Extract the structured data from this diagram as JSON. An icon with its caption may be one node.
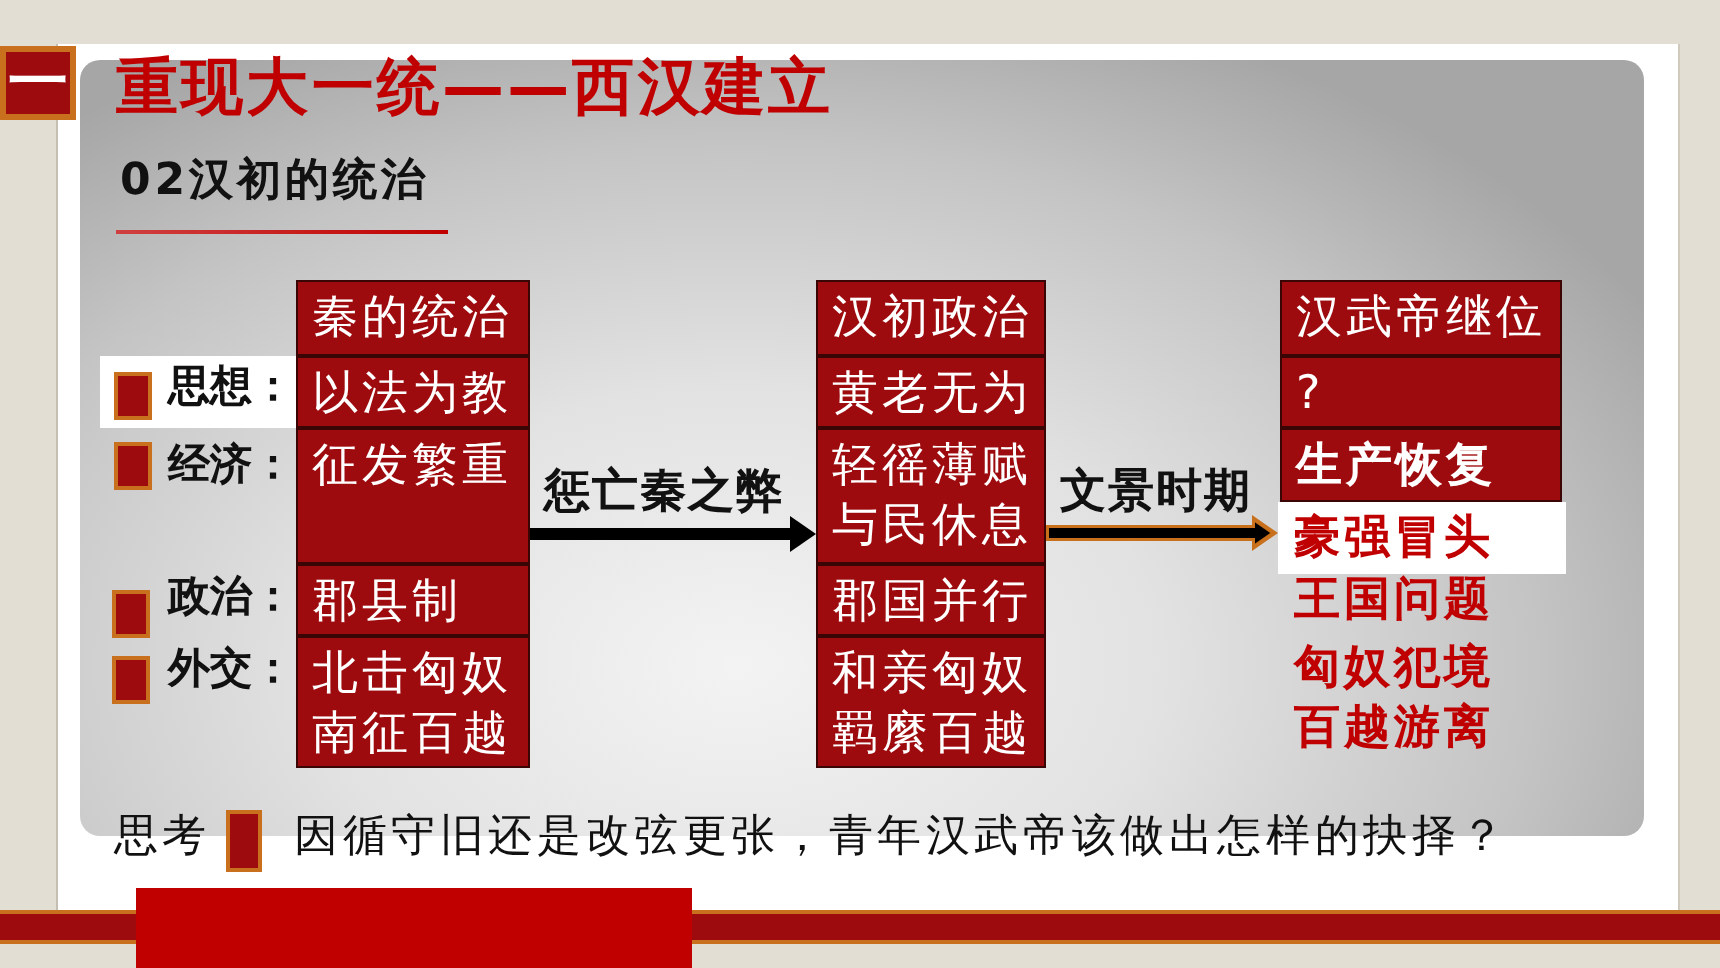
{
  "diagram": {
    "title": "重现大一统——西汉建立",
    "nodes": [
      {
        "text": [
          "一"
        ]
      },
      {
        "text": [
          "秦的统治"
        ]
      },
      {
        "text": [
          "以法为教"
        ]
      },
      {
        "text": [
          "征发繁重"
        ]
      },
      {
        "text": [
          "郡县制"
        ]
      },
      {
        "text": [
          "北击匈奴南征百越"
        ]
      },
      {
        "text": [
          "汉初政治"
        ]
      },
      {
        "text": [
          "黄老无为"
        ]
      },
      {
        "text": [
          "轻徭薄赋与民休息"
        ]
      },
      {
        "text": [
          "郡国并行"
        ]
      },
      {
        "text": [
          "和亲匈奴羁縻百越"
        ]
      },
      {
        "text": [
          "汉武帝继位"
        ]
      },
      {
        "text": [
          "?"
        ]
      },
      {
        "text": [
          "生产恢复"
        ]
      },
      {
        "text": [
          "豪强冒头"
        ]
      }
    ],
    "edges": [
      {
        "from": 3,
        "to": 8,
        "arrow": "to",
        "label": "惩亡秦之弊"
      },
      {
        "from": 8,
        "to": 14,
        "arrow": "to",
        "label": "文景时期",
        "color": "#c8701e"
      }
    ],
    "labels": [
      "02汉初的统治",
      "思想：",
      "经济：",
      "政治：",
      "外交：",
      "王国问题",
      "匈奴犯境百越游离",
      "思考",
      "因循守旧还是改弦更张，青年汉武帝该做出怎样的抉择？"
    ]
  }
}
